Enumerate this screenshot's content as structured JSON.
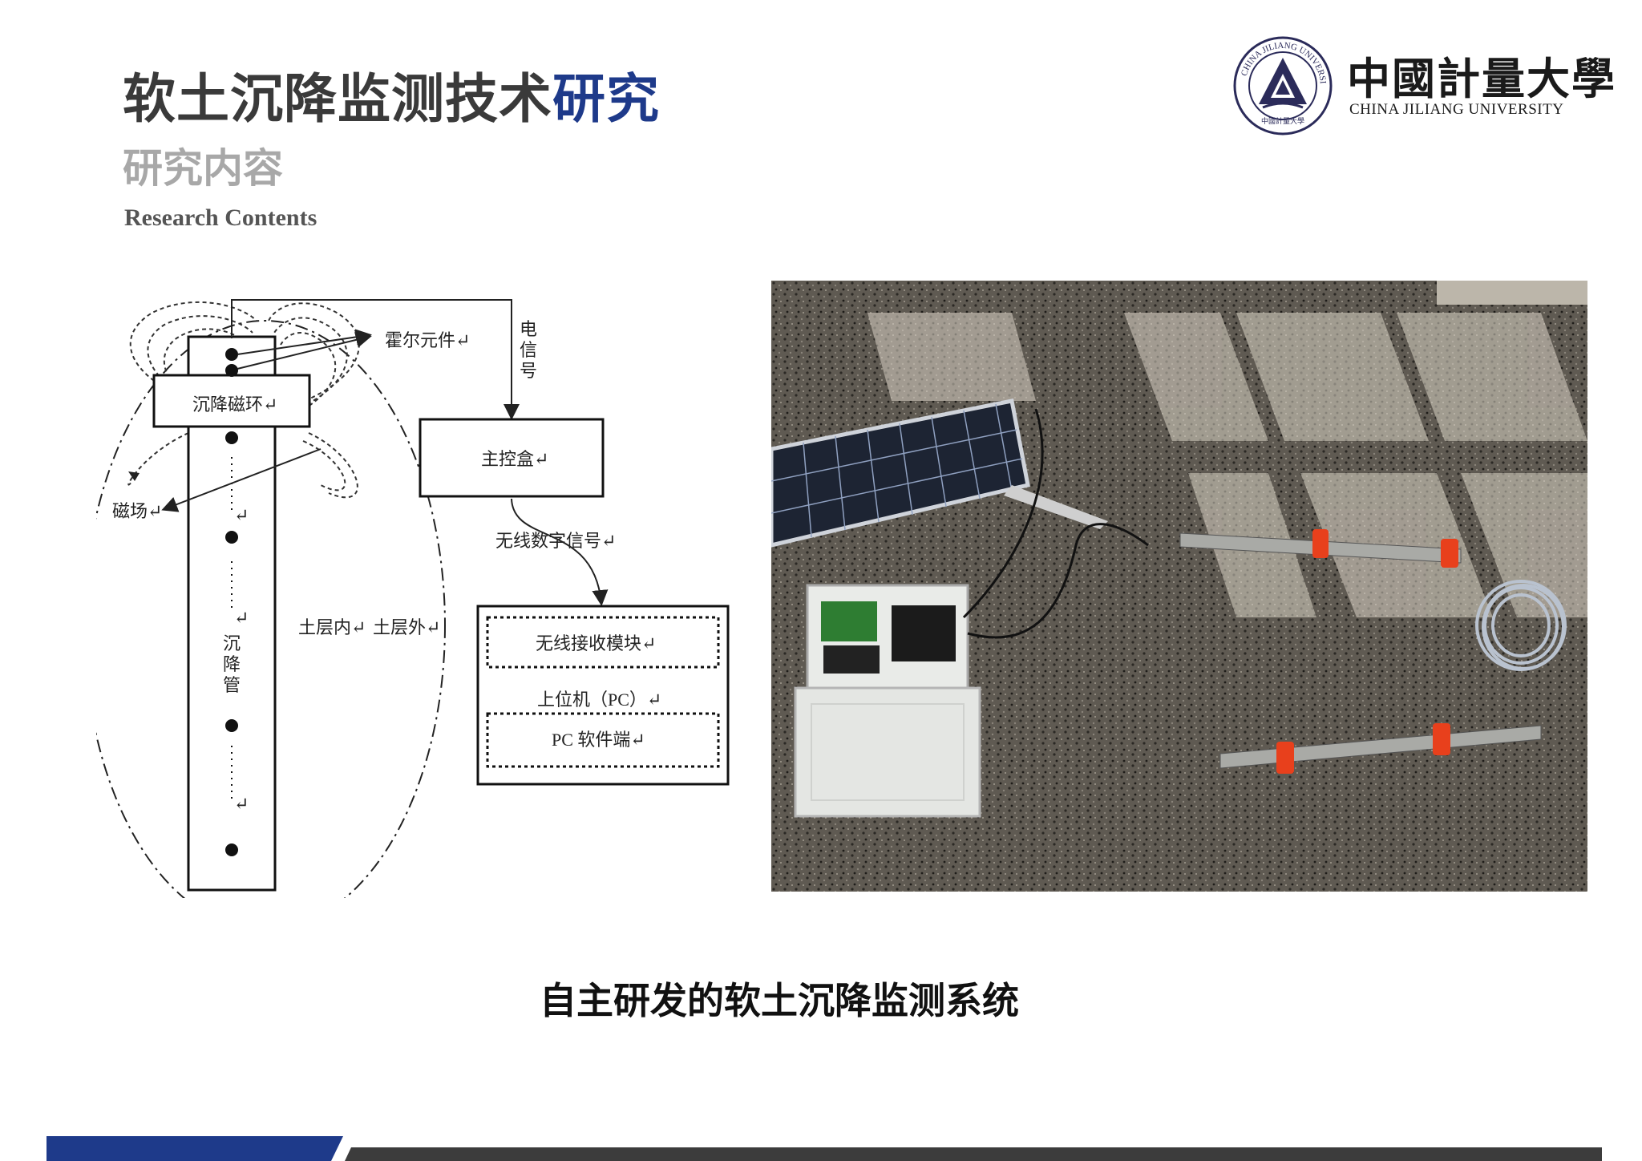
{
  "header": {
    "title_main": "软土沉降监测技术",
    "title_accent": "研究",
    "subtitle": "研究内容",
    "subtitle_en": "Research Contents"
  },
  "logo": {
    "name_cn": "中國計量大學",
    "name_en": "CHINA JILIANG UNIVERSITY",
    "seal_text": "CHINA JILIANG UNIVERSITY",
    "seal_inner": "中國計量大學"
  },
  "diagram": {
    "hall_element": "霍尔元件↵",
    "settlement_ring": "沉降磁环↵",
    "magnetic_field": "磁场↵",
    "electric_signal": [
      "电",
      "信",
      "号"
    ],
    "main_control_box": "主控盒↵",
    "wireless_digital_signal": "无线数字信号↵",
    "wireless_receiver": "无线接收模块↵",
    "host_pc": "上位机（PC）↵",
    "pc_software": "PC 软件端↵",
    "soil_inside": "土层内↵",
    "soil_outside": "土层外↵",
    "settlement_pipe": [
      "沉",
      "降",
      "管"
    ]
  },
  "caption": "自主研发的软土沉降监测系统",
  "colors": {
    "accent": "#1e3a8a",
    "title": "#3a3a3a",
    "subtitle": "#a8a8a8",
    "footer_blue": "#1e3a8a",
    "footer_dark": "#3c3c3c",
    "ring_orange": "#e8401c"
  }
}
